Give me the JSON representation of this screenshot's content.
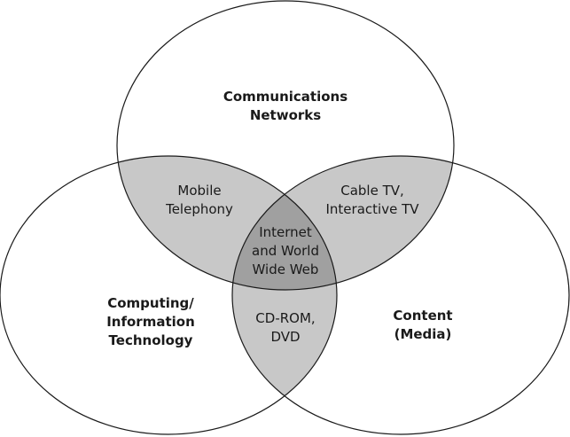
{
  "colors": {
    "pairwise_overlap_fill": "#c8c8c8",
    "center_overlap_fill": "#a0a0a0",
    "outline": "#1a1a1a",
    "background": "#ffffff"
  },
  "sets": {
    "communications": {
      "line1": "Communications",
      "line2": "Networks"
    },
    "computing": {
      "line1": "Computing/",
      "line2": "Information",
      "line3": "Technology"
    },
    "content": {
      "line1": "Content",
      "line2": "(Media)"
    }
  },
  "overlaps": {
    "mobile": {
      "line1": "Mobile",
      "line2": "Telephony"
    },
    "cable": {
      "line1": "Cable TV,",
      "line2": "Interactive TV"
    },
    "internet": {
      "line1": "Internet",
      "line2": "and World",
      "line3": "Wide Web"
    },
    "cdrom": {
      "line1": "CD-ROM,",
      "line2": "DVD"
    }
  }
}
